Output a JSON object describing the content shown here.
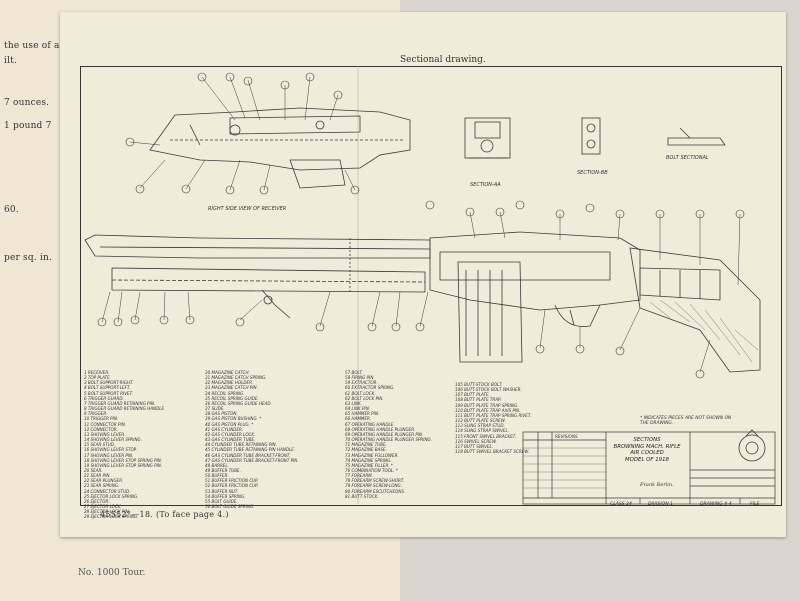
{
  "left_page": {
    "margin_lines": [
      "the use of a",
      "ilt.",
      "7 ounces.",
      "1 pound 7",
      "60.",
      "per sq. in."
    ]
  },
  "plate": {
    "title": "Sectional drawing.",
    "footer": "45552°—18.   (To face page 4.)",
    "stub_text": "No. 1000 Tour.",
    "captions": {
      "right_side_view": "RIGHT SIDE VIEW OF RECEIVER",
      "section_aa": "SECTION-AA",
      "section_bb": "SECTION-BB",
      "bolt_sectional": "BOLT SECTIONAL"
    },
    "note": "* INDICATES PIECES ARE NOT SHOWN ON THE DRAWING.",
    "parts_col1": [
      "1  RECEIVER.",
      "2  TOP PLATE.",
      "3  BOLT SUPPORT-RIGHT.",
      "4  BOLT SUPPORT-LEFT.",
      "5  BOLT SUPPORT RIVET.",
      "6  TRIGGER GUARD.",
      "7  TRIGGER GUARD RETAINING PIN.",
      "8  TRIGGER GUARD RETAINING HANDLE.",
      "9  TRIGGER.",
      "10 TRIGGER PIN.",
      "11 CONNECTOR PIN.",
      "12 CONNECTOR.",
      "13 SHOVING LEVER.",
      "14 SHOVING LEVER SPRING.",
      "15 SEAR STUD.",
      "16 SHOVING LEVER STOP.",
      "17 SHOVING LEVER PIN.",
      "18 SHOVING LEVER STOP SPRING PIN.",
      "19 SHOVING LEVER STOP SPRING PIN.",
      "20 SEAR.",
      "21 SEAR PIN.",
      "22 SEAR PLUNGER.",
      "23 SEAR SPRING.",
      "24 CONNECTOR STUD.",
      "25 EJECTOR LOCK SPRING.",
      "26 EJECTOR.",
      "27 EJECTOR LOCK.",
      "28 EJECTOR LOCK PIN.",
      "29 EJECTOR LOCK SPRING."
    ],
    "parts_col2": [
      "30 MAGAZINE CATCH.",
      "31 MAGAZINE CATCH SPRING.",
      "32 MAGAZINE HOLDER.",
      "33 MAGAZINE CATCH PIN.",
      "34 RECOIL SPRING.",
      "35 RECOIL SPRING GUIDE.",
      "36 RECOIL SPRING GUIDE HEAD.",
      "37 SLIDE.",
      "38 GAS PISTON.",
      "39 GAS PISTON BUSHING. *",
      "40 GAS PISTON PLUG. *",
      "41 GAS CYLINDER.",
      "42 GAS CYLINDER LOCK.",
      "43 GAS CYLINDER TUBE.",
      "44 CYLINDER TUBE RETAINING PIN.",
      "45 CYLINDER TUBE RETAINING PIN HANDLE.",
      "46 GAS CYLINDER TUBE BRACKET-FRONT.",
      "47 GAS CYLINDER TUBE BRACKET-FRONT PIN.",
      "48 BARREL.",
      "49 BUFFER TUBE.",
      "50 BUFFER.",
      "51 BUFFER FRICTION CUP.",
      "52 BUFFER FRICTION CUP.",
      "53 BUFFER NUT.",
      "54 BUFFER SPRING.",
      "55 BOLT GUIDE.",
      "56 BOLT GUIDE SPRING."
    ],
    "parts_col3": [
      "57 BOLT.",
      "58 FIRING PIN.",
      "59 EXTRACTOR.",
      "60 EXTRACTOR SPRING.",
      "61 BOLT LOCK.",
      "62 BOLT LOCK PIN.",
      "63 LINK.",
      "64 LINK PIN.",
      "65 HAMMER PIN.",
      "66 HAMMER.",
      "67 OPERATING HANDLE.",
      "68 OPERATING HANDLE PLUNGER.",
      "69 OPERATING HANDLE PLUNGER PIN.",
      "70 OPERATING HANDLE PLUNGER SPRING.",
      "71 MAGAZINE TUBE.",
      "72 MAGAZINE BASE.",
      "73 MAGAZINE FOLLOWER.",
      "74 MAGAZINE SPRING.",
      "75 MAGAZINE FILLER. *",
      "76 COMBINATION TOOL. *",
      "77 FOREARM.",
      "78 FOREARM SCREW-SHORT.",
      "79 FOREARM SCREW-LONG.",
      "80 FOREARM ESCUTCHEONS.",
      "81 BUTT STOCK."
    ],
    "parts_col4": [
      "105 BUTT-STOCK BOLT.",
      "106 BUTT-STOCK BOLT WASHER.",
      "107 BUTT PLATE.",
      "108 BUTT PLATE TRAP.",
      "109 BUTT PLATE TRAP SPRING.",
      "110 BUTT PLATE TRAP AXIS PIN.",
      "111 BUTT PLATE TRAP SPRING RIVET.",
      "112 BUTT PLATE SCREW.",
      "113 SLING STRAP STUD.",
      "114 SLING STRAP SWIVEL.",
      "115 FRONT SWIVEL BRACKET.",
      "116 SWIVEL SCREW.",
      "117 BUTT SWIVEL.",
      "118 BUTT SWIVEL BRACKET SCREW."
    ],
    "title_block": {
      "title_lines": [
        "SECTIONS",
        "BROWNING MACH. RIFLE",
        "AIR COOLED",
        "MODEL OF 1918"
      ],
      "signature": "Frank Berlin.",
      "class_label": "CLASS 34",
      "division_label": "DIVISION 1",
      "drawing_label": "DRAWING 4-4",
      "file_label": "FILE",
      "revisions_label": "REVISIONS"
    }
  }
}
